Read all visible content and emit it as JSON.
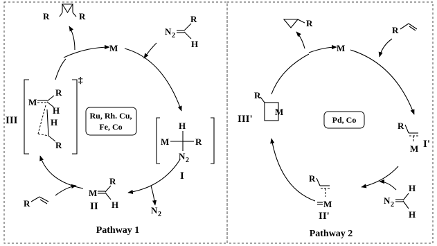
{
  "pathway1": {
    "title": "Pathway 1",
    "catalysts_line1": "Ru, Rh. Cu,",
    "catalysts_line2": "Fe, Co",
    "metal_top": "M",
    "product_r_left": "R",
    "product_r_right": "R",
    "diazo_n2": "N",
    "diazo_n2_sub": "2",
    "diazo_r": "R",
    "diazo_h": "H",
    "int_I": {
      "label": "I",
      "m": "M",
      "h": "H",
      "r": "R",
      "n": "N",
      "n_sub": "2"
    },
    "int_II": {
      "label": "II",
      "m": "M",
      "r": "R",
      "h": "H"
    },
    "n2_release": "N",
    "n2_release_sub": "2",
    "alkene_r": "R",
    "ts_III": {
      "label": "III",
      "dagger": "‡",
      "m": "M",
      "r_top": "R",
      "h1": "H",
      "h2": "H",
      "r_bottom": "R"
    }
  },
  "pathway2": {
    "title": "Pathway 2",
    "catalysts": "Pd, Co",
    "metal_top": "M",
    "product_r": "R",
    "alkene_r": "R",
    "int_I_prime": {
      "label": "I'",
      "r": "R",
      "m": "M"
    },
    "int_II_prime": {
      "label": "II'",
      "r": "R",
      "m": "M"
    },
    "diazo": {
      "n": "N",
      "n_sub": "2",
      "h1": "H",
      "h2": "H"
    },
    "int_III_prime": {
      "label": "III'",
      "r": "R",
      "m": "M"
    }
  }
}
